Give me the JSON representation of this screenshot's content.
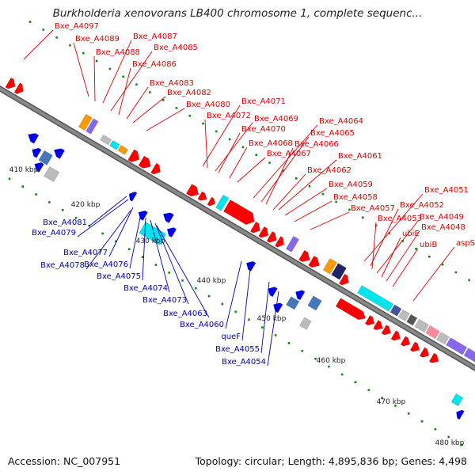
{
  "title": "Burkholderia xenovorans LB400 chromosome 1, complete sequenc...",
  "footer": {
    "accession": "Accession: NC_007951",
    "topology": "Topology: circular; Length: 4,895,836 bp; Genes: 4,498"
  },
  "colors": {
    "forward_gene": "#ff0000",
    "reverse_gene": "#0000ee",
    "forward_label": "#dd0000",
    "reverse_label": "#0000aa",
    "backbone": "#888888",
    "tick": "#118811",
    "cyan_feature": "#00e5ee",
    "orange_feature": "#ff9900",
    "purple_feature": "#8866ee",
    "steel_feature": "#4477bb",
    "grey_feature": "#bbbbbb",
    "pink_feature": "#ff8899"
  },
  "kbp_labels": [
    "410 kbp",
    "420 kbp",
    "430 kbp",
    "440 kbp",
    "450 kbp",
    "460 kbp",
    "470 kbp",
    "480 kbp"
  ],
  "forward_genes": [
    "Bxe_A4097",
    "Bxe_A4089",
    "Bxe_A4088",
    "Bxe_A4087",
    "Bxe_A4085",
    "Bxe_A4086",
    "Bxe_A4083",
    "Bxe_A4082",
    "Bxe_A4080",
    "Bxe_A4071",
    "Bxe_A4072",
    "Bxe_A4069",
    "Bxe_A4070",
    "Bxe_A4064",
    "Bxe_A4065",
    "Bxe_A4068",
    "Bxe_A4066",
    "Bxe_A4067",
    "Bxe_A4061",
    "Bxe_A4062",
    "Bxe_A4059",
    "Bxe_A4058",
    "Bxe_A4051",
    "Bxe_A4057",
    "Bxe_A4052",
    "Bxe_A4053",
    "Bxe_A4049",
    "ubiE",
    "Bxe_A4048",
    "ubiB",
    "aspS"
  ],
  "reverse_genes": [
    "Bxe_A4081",
    "Bxe_A4079",
    "Bxe_A4077",
    "Bxe_A4078",
    "Bxe_A4076",
    "Bxe_A4075",
    "Bxe_A4074",
    "Bxe_A4073",
    "Bxe_A4063",
    "Bxe_A4060",
    "queF",
    "Bxe_A4055",
    "Bxe_A4054"
  ]
}
